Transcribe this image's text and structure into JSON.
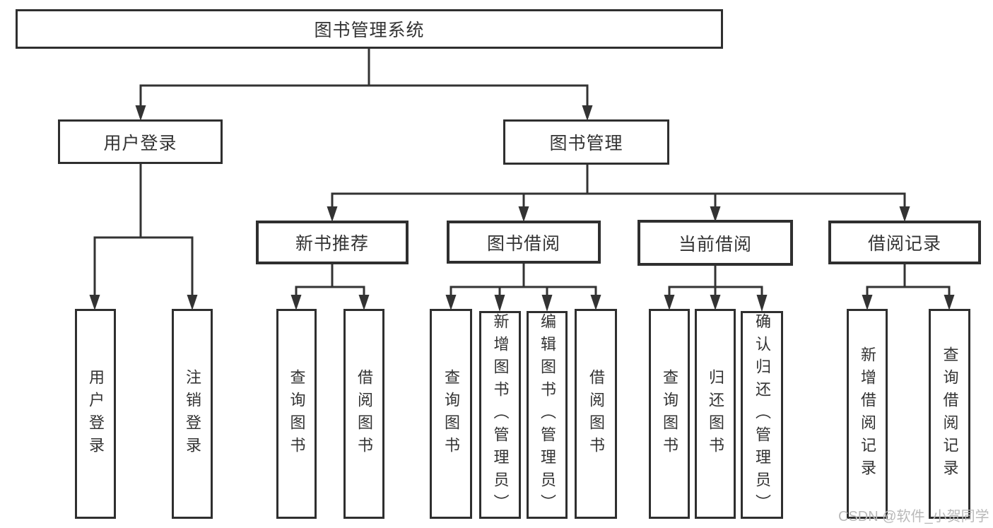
{
  "diagram": {
    "root": {
      "label": "图书管理系统"
    },
    "level2": [
      {
        "label": "用户登录"
      },
      {
        "label": "图书管理"
      }
    ],
    "level3": [
      {
        "label": "新书推荐"
      },
      {
        "label": "图书借阅"
      },
      {
        "label": "当前借阅"
      },
      {
        "label": "借阅记录"
      }
    ],
    "leaves": {
      "login": [
        {
          "label": "用户登录"
        },
        {
          "label": "注销登录"
        }
      ],
      "recommend": [
        {
          "label": "查询图书"
        },
        {
          "label": "借阅图书"
        }
      ],
      "borrow": [
        {
          "label": "查询图书"
        },
        {
          "label": "新增图书（管理员）"
        },
        {
          "label": "编辑图书（管理员）"
        },
        {
          "label": "借阅图书"
        }
      ],
      "current": [
        {
          "label": "查询图书"
        },
        {
          "label": "归还图书"
        },
        {
          "label": "确认归还（管理员）"
        }
      ],
      "records": [
        {
          "label": "新增借阅记录"
        },
        {
          "label": "查询借阅记录"
        }
      ]
    }
  },
  "watermark": {
    "text": "CSDN @软件_小贺同学"
  },
  "colors": {
    "line": "#333333",
    "text": "#333333",
    "box_background": "#ffffff",
    "watermark": "#b9b9b9"
  }
}
